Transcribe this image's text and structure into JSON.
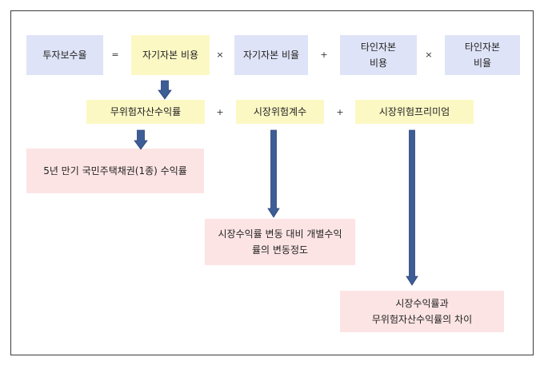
{
  "formula": {
    "result": "투자보수율",
    "equals": "=",
    "term1": "자기자본 비용",
    "times1": "×",
    "term2": "자기자본 비율",
    "plus": "+",
    "term3_line1": "타인자본",
    "term3_line2": "비용",
    "times2": "×",
    "term4_line1": "타인자본",
    "term4_line2": "비율"
  },
  "capm": {
    "risk_free": "무위험자산수익률",
    "plus1": "+",
    "beta": "시장위험계수",
    "plus2": "+",
    "premium": "시장위험프리미엄"
  },
  "explanations": {
    "risk_free_detail": "5년 만기 국민주택채권(1종) 수익률",
    "beta_detail_line1": "시장수익률 변동 대비 개별수익",
    "beta_detail_line2": "률의 변동정도",
    "premium_detail_line1": "시장수익률과",
    "premium_detail_line2": "무위험자산수익률의 차이"
  },
  "colors": {
    "formula_box": "#dfe3f7",
    "highlight_box": "#fbf8c4",
    "detail_box": "#fde4e4",
    "arrow": "#3d5d97"
  }
}
